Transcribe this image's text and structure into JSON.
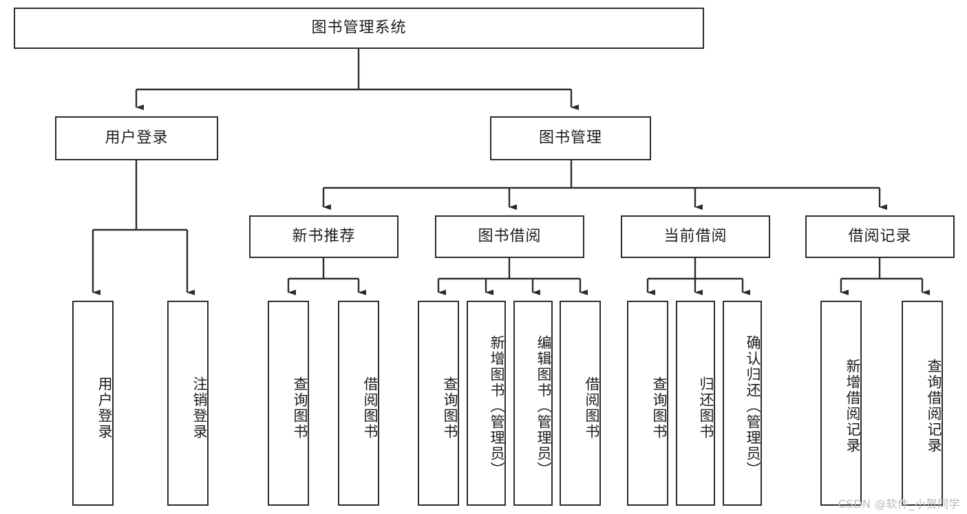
{
  "diagram": {
    "title": "图书管理系统",
    "watermark": "CSDN @软件_小贺同学",
    "root": {
      "label": "图书管理系统"
    },
    "level1": [
      {
        "label": "用户登录"
      },
      {
        "label": "图书管理"
      }
    ],
    "level2": [
      {
        "label": "新书推荐"
      },
      {
        "label": "图书借阅"
      },
      {
        "label": "当前借阅"
      },
      {
        "label": "借阅记录"
      }
    ],
    "leaves": {
      "user_login": [
        {
          "label": "用户登录"
        },
        {
          "label": "注销登录"
        }
      ],
      "new_book_recommend": [
        {
          "label": "查询图书"
        },
        {
          "label": "借阅图书"
        }
      ],
      "book_borrow": [
        {
          "label": "查询图书"
        },
        {
          "label": "新增图书（管理员）"
        },
        {
          "label": "编辑图书（管理员）"
        },
        {
          "label": "借阅图书"
        }
      ],
      "current_borrow": [
        {
          "label": "查询图书"
        },
        {
          "label": "归还图书"
        },
        {
          "label": "确认归还（管理员）"
        }
      ],
      "borrow_record": [
        {
          "label": "新增借阅记录"
        },
        {
          "label": "查询借阅记录"
        }
      ]
    },
    "colors": {
      "stroke": "#2b2b2b",
      "text": "#1c1c1c",
      "background": "#ffffff",
      "watermark": "#b9b9b9"
    }
  }
}
